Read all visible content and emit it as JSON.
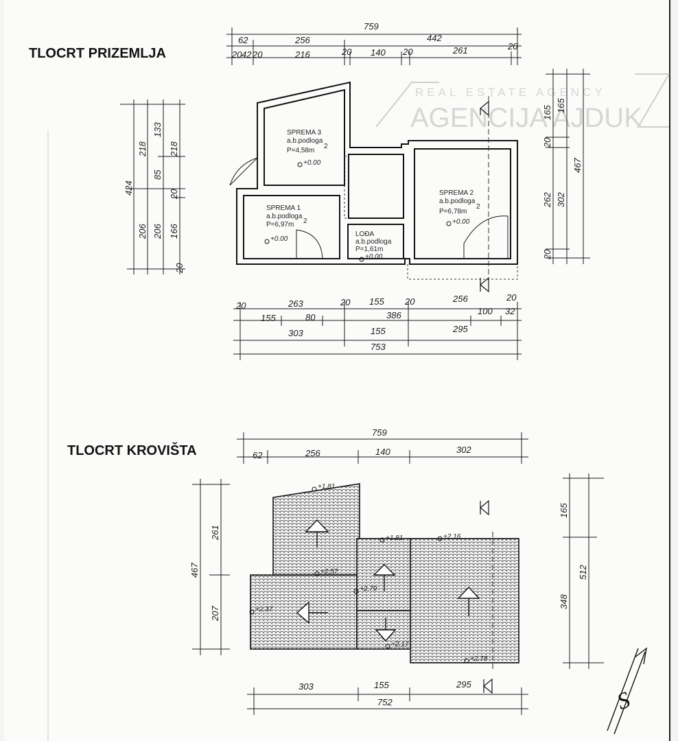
{
  "titles": {
    "ground": "TLOCRT PRIZEMLJA",
    "roof": "TLOCRT KROVIŠTA"
  },
  "watermark": {
    "line1": "REAL ESTATE AGENCY",
    "line2": "AGENCIJA AJDUK"
  },
  "ground": {
    "top_dims": {
      "total": "759",
      "a": "62",
      "b": "256",
      "c": "442",
      "d1": "20",
      "d2": "42",
      "d3": "20",
      "d4": "216",
      "d5": "20",
      "d6": "140",
      "d7": "20",
      "d8": "261",
      "d9": "20"
    },
    "left_dims": {
      "total": "424",
      "upper": "218",
      "lower": "206",
      "c2a": "133",
      "c2b": "85",
      "c2c": "206",
      "c3a": "218",
      "c3b": "20",
      "c3c": "166",
      "c3d": "20"
    },
    "right_dims": {
      "a": "165",
      "b": "165",
      "c": "20",
      "d": "262",
      "e": "302",
      "f": "467",
      "g": "20"
    },
    "bottom_dims": {
      "r1a": "20",
      "r1b": "263",
      "r1c": "20",
      "r1d": "155",
      "r1e": "20",
      "r1f": "256",
      "r1g": "20",
      "r2a": "155",
      "r2b": "80",
      "r2c": "386",
      "r2d": "100",
      "r2e": "32",
      "r3a": "303",
      "r3b": "155",
      "r3c": "295",
      "r4": "753"
    },
    "rooms": [
      {
        "name": "SPREMA 3",
        "floor": "a.b.podloga",
        "area": "P=4,58m",
        "level": "+0.00"
      },
      {
        "name": "SPREMA 1",
        "floor": "a.b.podloga",
        "area": "P=6,97m",
        "level": "+0.00"
      },
      {
        "name": "LOĐA",
        "floor": "a.b.podloga",
        "area": "P=1,61m",
        "level": "+0.00"
      },
      {
        "name": "SPREMA 2",
        "floor": "a.b.podloga",
        "area": "P=6,78m",
        "level": "+0.00"
      }
    ],
    "sup": "2"
  },
  "roof": {
    "top_dims": {
      "total": "759",
      "a": "62",
      "b": "256",
      "c": "140",
      "d": "302"
    },
    "left_dims": {
      "total": "467",
      "a": "261",
      "b": "207"
    },
    "right_dims": {
      "a": "165",
      "b": "512",
      "c": "348"
    },
    "bottom_dims": {
      "a": "303",
      "b": "155",
      "c": "295",
      "total": "752"
    },
    "levels": {
      "l1": "+1.81",
      "l2": "+1.81",
      "l3": "+2.16",
      "l4": "+2.57",
      "l5": "+2.79",
      "l6": "+2.37",
      "l7": "+2.17",
      "l8": "+2.78"
    }
  },
  "north": "S"
}
